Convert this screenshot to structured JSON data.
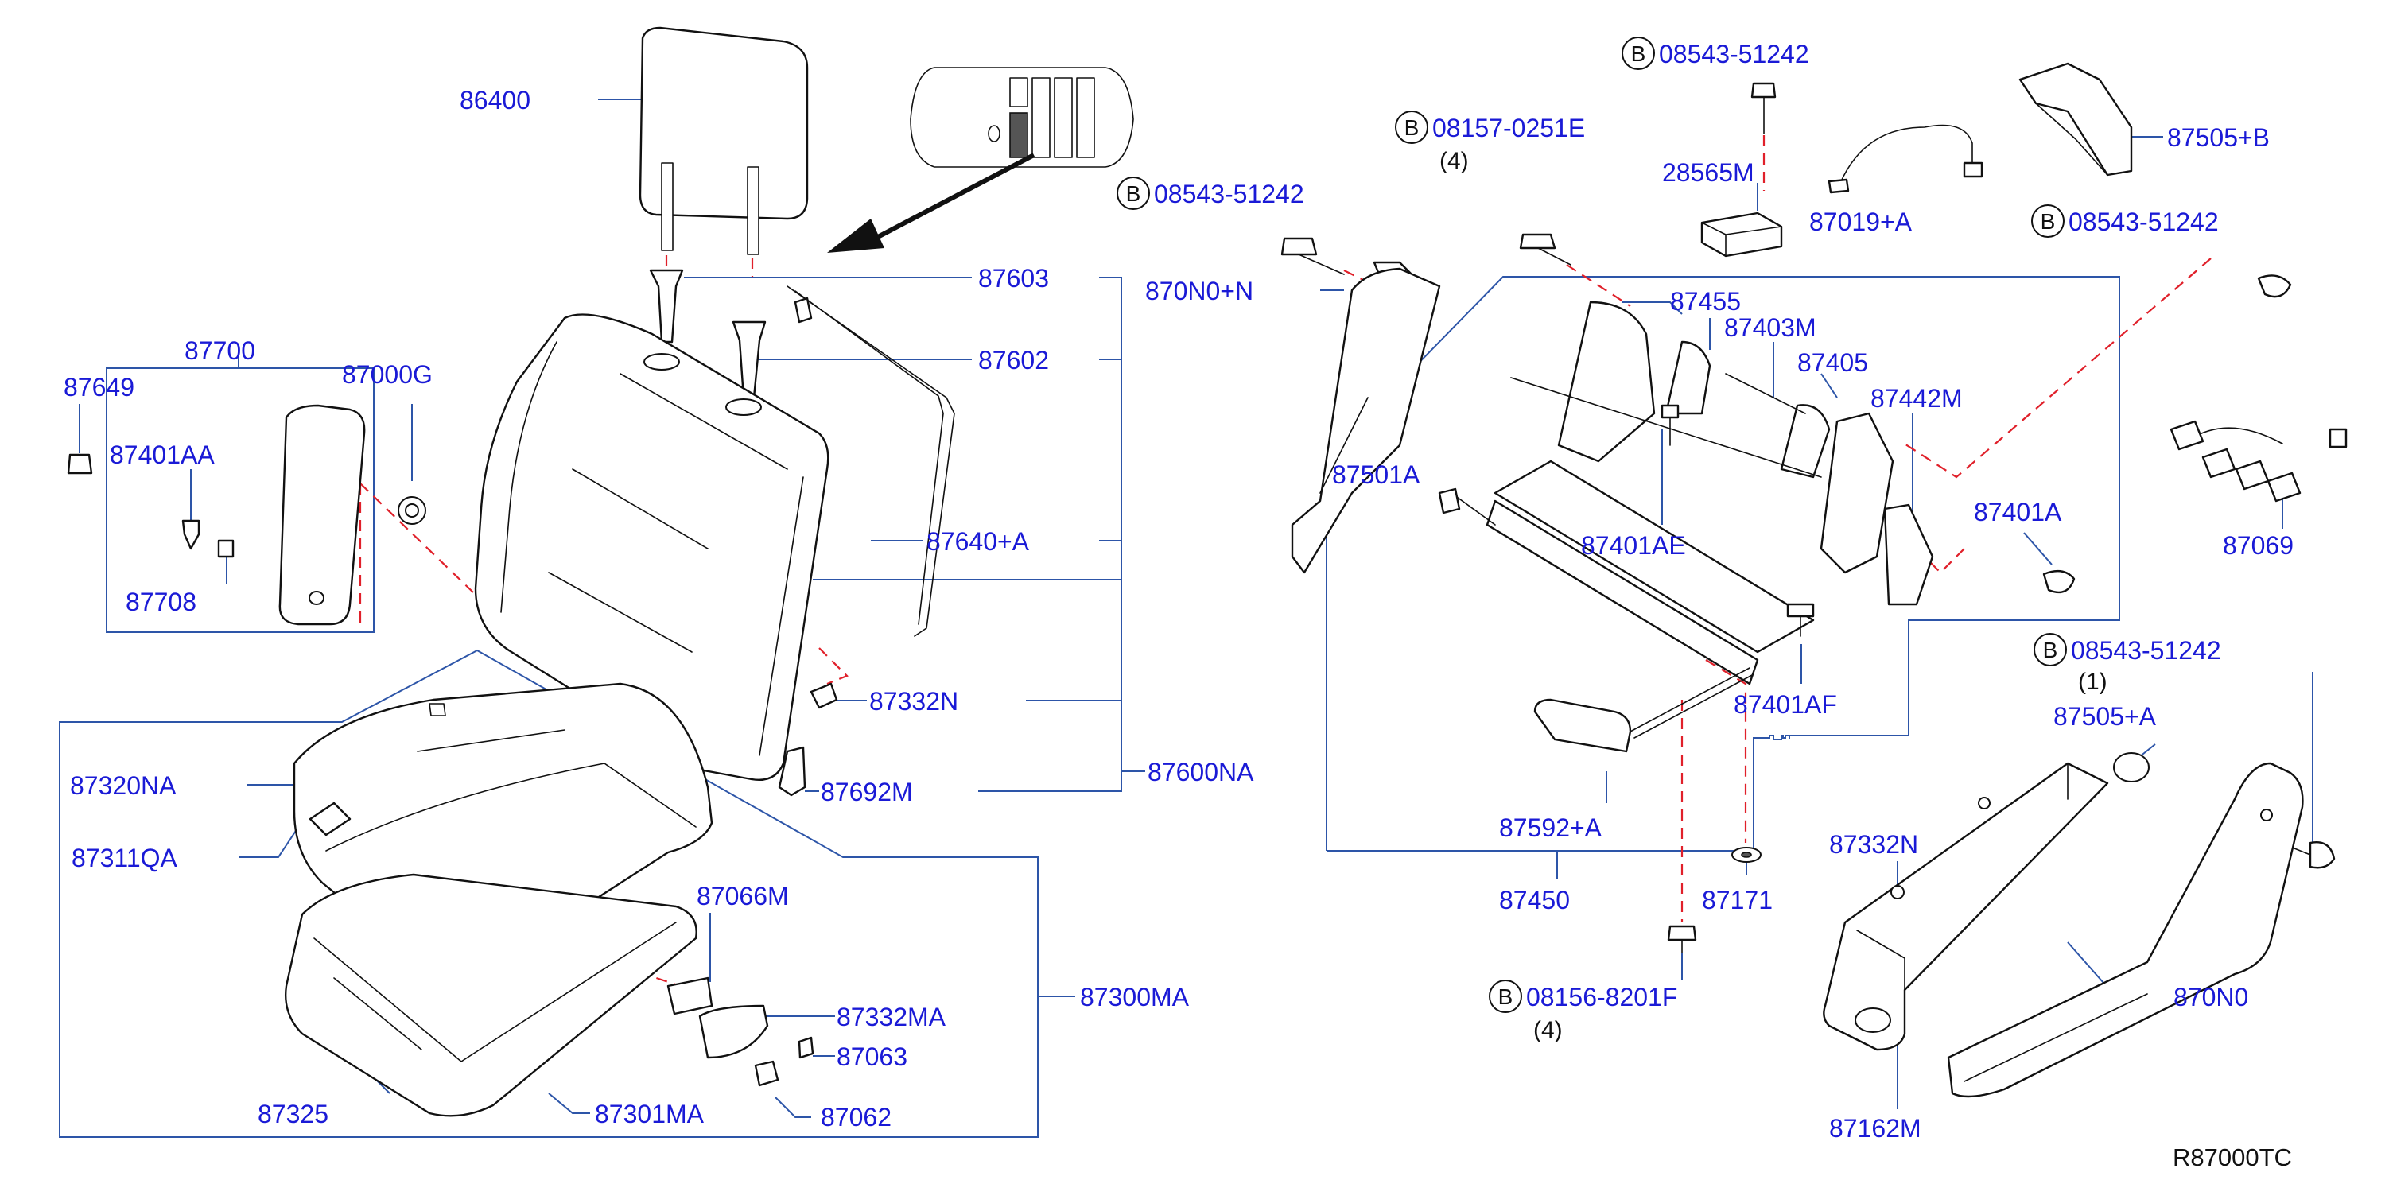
{
  "diagram": {
    "reference_code": "R87000TC",
    "bolt_marker": "B",
    "part_labels": [
      {
        "id": "p86400",
        "text": "86400"
      },
      {
        "id": "p87603",
        "text": "87603"
      },
      {
        "id": "p87602",
        "text": "87602"
      },
      {
        "id": "p87700",
        "text": "87700"
      },
      {
        "id": "p87649",
        "text": "87649"
      },
      {
        "id": "p87000G",
        "text": "87000G"
      },
      {
        "id": "p87401AA",
        "text": "87401AA"
      },
      {
        "id": "p87708",
        "text": "87708"
      },
      {
        "id": "p87640A",
        "text": "87640+A"
      },
      {
        "id": "p87332N_l",
        "text": "87332N"
      },
      {
        "id": "p87692M",
        "text": "87692M"
      },
      {
        "id": "p87600NA",
        "text": "87600NA"
      },
      {
        "id": "p87320NA",
        "text": "87320NA"
      },
      {
        "id": "p87311QA",
        "text": "87311QA"
      },
      {
        "id": "p87066M",
        "text": "87066M"
      },
      {
        "id": "p87332MA",
        "text": "87332MA"
      },
      {
        "id": "p87063",
        "text": "87063"
      },
      {
        "id": "p87062",
        "text": "87062"
      },
      {
        "id": "p87325",
        "text": "87325"
      },
      {
        "id": "p87301MA",
        "text": "87301MA"
      },
      {
        "id": "p87300MA",
        "text": "87300MA"
      },
      {
        "id": "p870N0N",
        "text": "870N0+N"
      },
      {
        "id": "p87501A",
        "text": "87501A"
      },
      {
        "id": "p87455",
        "text": "87455"
      },
      {
        "id": "p87403M",
        "text": "87403M"
      },
      {
        "id": "p87405",
        "text": "87405"
      },
      {
        "id": "p87442M",
        "text": "87442M"
      },
      {
        "id": "p87401AE",
        "text": "87401AE"
      },
      {
        "id": "p87401A",
        "text": "87401A"
      },
      {
        "id": "p87401AF",
        "text": "87401AF"
      },
      {
        "id": "p87592A",
        "text": "87592+A"
      },
      {
        "id": "p87450",
        "text": "87450"
      },
      {
        "id": "p87171",
        "text": "87171"
      },
      {
        "id": "p28565M",
        "text": "28565M"
      },
      {
        "id": "p87019A",
        "text": "87019+A"
      },
      {
        "id": "p87505B",
        "text": "87505+B"
      },
      {
        "id": "p87069",
        "text": "87069"
      },
      {
        "id": "p87505A",
        "text": "87505+A"
      },
      {
        "id": "p87332N_r",
        "text": "87332N"
      },
      {
        "id": "p870N0",
        "text": "870N0"
      },
      {
        "id": "p87162M",
        "text": "87162M"
      }
    ],
    "bolt_labels": [
      {
        "id": "b1",
        "text": "08543-51242",
        "qty": ""
      },
      {
        "id": "b2",
        "text": "08543-51242",
        "qty": ""
      },
      {
        "id": "b3",
        "text": "08157-0251E",
        "qty": "(4)"
      },
      {
        "id": "b4",
        "text": "08543-51242",
        "qty": ""
      },
      {
        "id": "b5",
        "text": "08543-51242",
        "qty": "(1)"
      },
      {
        "id": "b6",
        "text": "08156-8201F",
        "qty": "(4)"
      }
    ]
  }
}
